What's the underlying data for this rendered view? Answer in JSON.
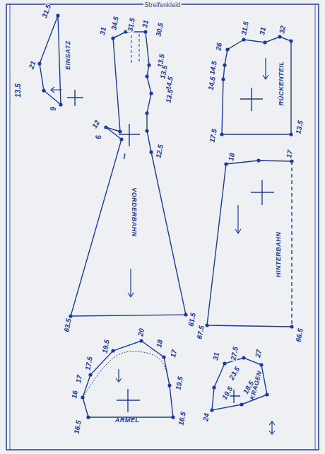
{
  "diagram": {
    "title": "Streifenkleid",
    "nodes": [
      {
        "text": [
          "EINSATZ"
        ]
      },
      {
        "text": [
          "VORDERBAHN"
        ]
      },
      {
        "text": [
          "RÜCKENTEIL"
        ]
      },
      {
        "text": [
          "HINTERBAHN"
        ]
      },
      {
        "text": [
          "ÄRMEL"
        ]
      },
      {
        "text": [
          "KRAGEN"
        ]
      }
    ],
    "labels": [
      "31.5",
      "21",
      "13.5",
      "9",
      "31",
      "34.5",
      "31.5",
      "31",
      "30.5",
      "13.5",
      "13.5",
      "14.5",
      "13.5",
      "12",
      "6",
      "12.5",
      "63.5",
      "61.5",
      "I",
      "31.5",
      "31",
      "32",
      "26",
      "14.5",
      "14.5",
      "17.5",
      "13.5",
      "18",
      "17",
      "67.5",
      "66.5",
      "16.5",
      "16",
      "17",
      "17.5",
      "19.5",
      "20",
      "18",
      "17",
      "19.5",
      "16.5",
      "31",
      "27.5",
      "27",
      "23.5",
      "18.5",
      "19.5",
      "24"
    ]
  }
}
